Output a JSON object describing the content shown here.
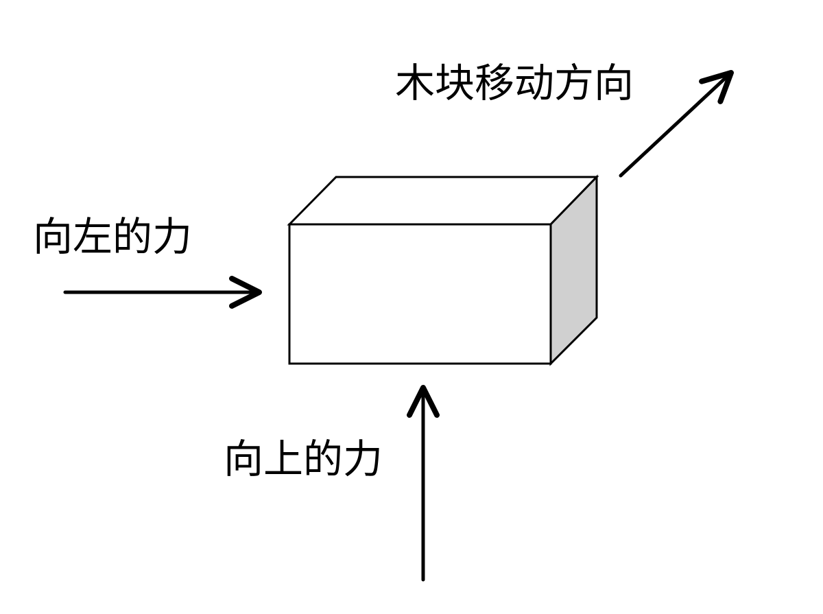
{
  "labels": {
    "motion_direction": "木块移动方向",
    "leftward_force": "向左的力",
    "upward_force": "向上的力"
  },
  "colors": {
    "background": "#ffffff",
    "stroke": "#000000",
    "block_front": "#ffffff",
    "block_top": "#ffffff",
    "block_side": "#d0d0d0"
  }
}
